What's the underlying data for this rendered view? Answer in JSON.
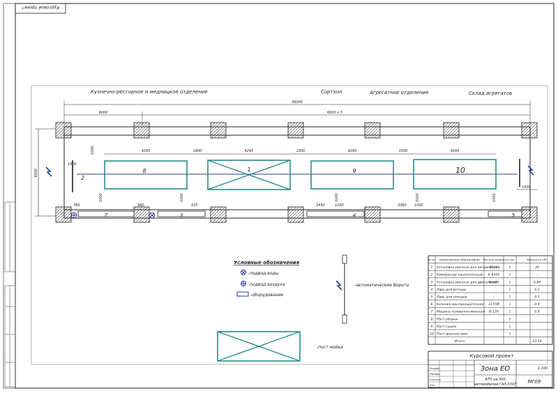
{
  "stamp": {
    "corner_label": "Курсовой проект"
  },
  "header": {
    "forge": "Кузнечно-рессорное и медницкое отделение",
    "corridor": "Сортхол",
    "aggregate": "Агрегатное отделение",
    "warehouse": "Склад агрегатов"
  },
  "dims": {
    "overall": "36000",
    "first_span": "6000",
    "spans": "6000 х 5",
    "height": "6000",
    "d_2280": "2280",
    "d_1500_left": "1500",
    "d_1500_right": "1500",
    "post_w": "4295",
    "gap": "1600",
    "gap_1500": "1500",
    "d_1000_a": "1000",
    "d_1000_b": "1000",
    "d_1000_c": "1000",
    "d_1000_d": "1000",
    "d_1000_e": "1000",
    "d_1000_f": "1000",
    "d_560": "560",
    "d_525": "525",
    "d_2450": "2450",
    "d_2060": "2060",
    "d_1000_g": "1000",
    "d_780": "780"
  },
  "plan": {
    "post_1": "1",
    "post_2": "2",
    "post_3": "3",
    "post_4": "4",
    "post_5": "5",
    "post_7": "7",
    "post_8": "8",
    "post_9": "9",
    "post_10": "10"
  },
  "legend": {
    "title": "Условные обозначения",
    "water": "-подвод воды",
    "air": "-подвод воздуха",
    "equipment": "-оборудование",
    "gate": "-автоматические Ворота",
    "wash": "-пост мойки"
  },
  "spec": {
    "headers": [
      "№ п/п",
      "Наименование оборудования",
      "Тип или модель",
      "Кол-во",
      "Мощность кВт"
    ],
    "rows": [
      [
        "1",
        "Установка моечная для автомобилей",
        "М-36",
        "1",
        "20"
      ],
      [
        "2",
        "Компрессор однопоточный",
        "К-4305",
        "1",
        "–"
      ],
      [
        "3",
        "Установка моечная для двигателей",
        "М-203",
        "1",
        "0.84"
      ],
      [
        "4",
        "Ларь для ветоши",
        "–",
        "1",
        "0.5"
      ],
      [
        "5",
        "Ларь для отходов",
        "–",
        "1",
        "0.5"
      ],
      [
        "6",
        "Колонка маслораздаточная",
        "3155М",
        "1",
        "0.4"
      ],
      [
        "7",
        "Машина поливочно-моечная",
        "В-13А",
        "1",
        "0.9"
      ],
      [
        "8",
        "Пост уборки",
        "",
        "1",
        ""
      ],
      [
        "9",
        "Пост сушки",
        "",
        "1",
        ""
      ],
      [
        "10",
        "Пост диагностики",
        "",
        "1",
        ""
      ]
    ],
    "total_label": "Итого",
    "total_value": "23.14"
  },
  "title_block": {
    "project": "Курсовой проект",
    "zone": "Зона ЕО",
    "sheet_no": "1:100",
    "org_line1": "АТП на 300",
    "org_line2": "автомобилей ГАЗ-3307",
    "group": "МГ09",
    "small_1": "Разраб.",
    "small_2": "Провер.",
    "small_3": "Н.контр.",
    "small_4": "Утв."
  },
  "colors": {
    "line": "#222222",
    "teal": "#2a8a88",
    "blue": "#2a3a9a"
  }
}
